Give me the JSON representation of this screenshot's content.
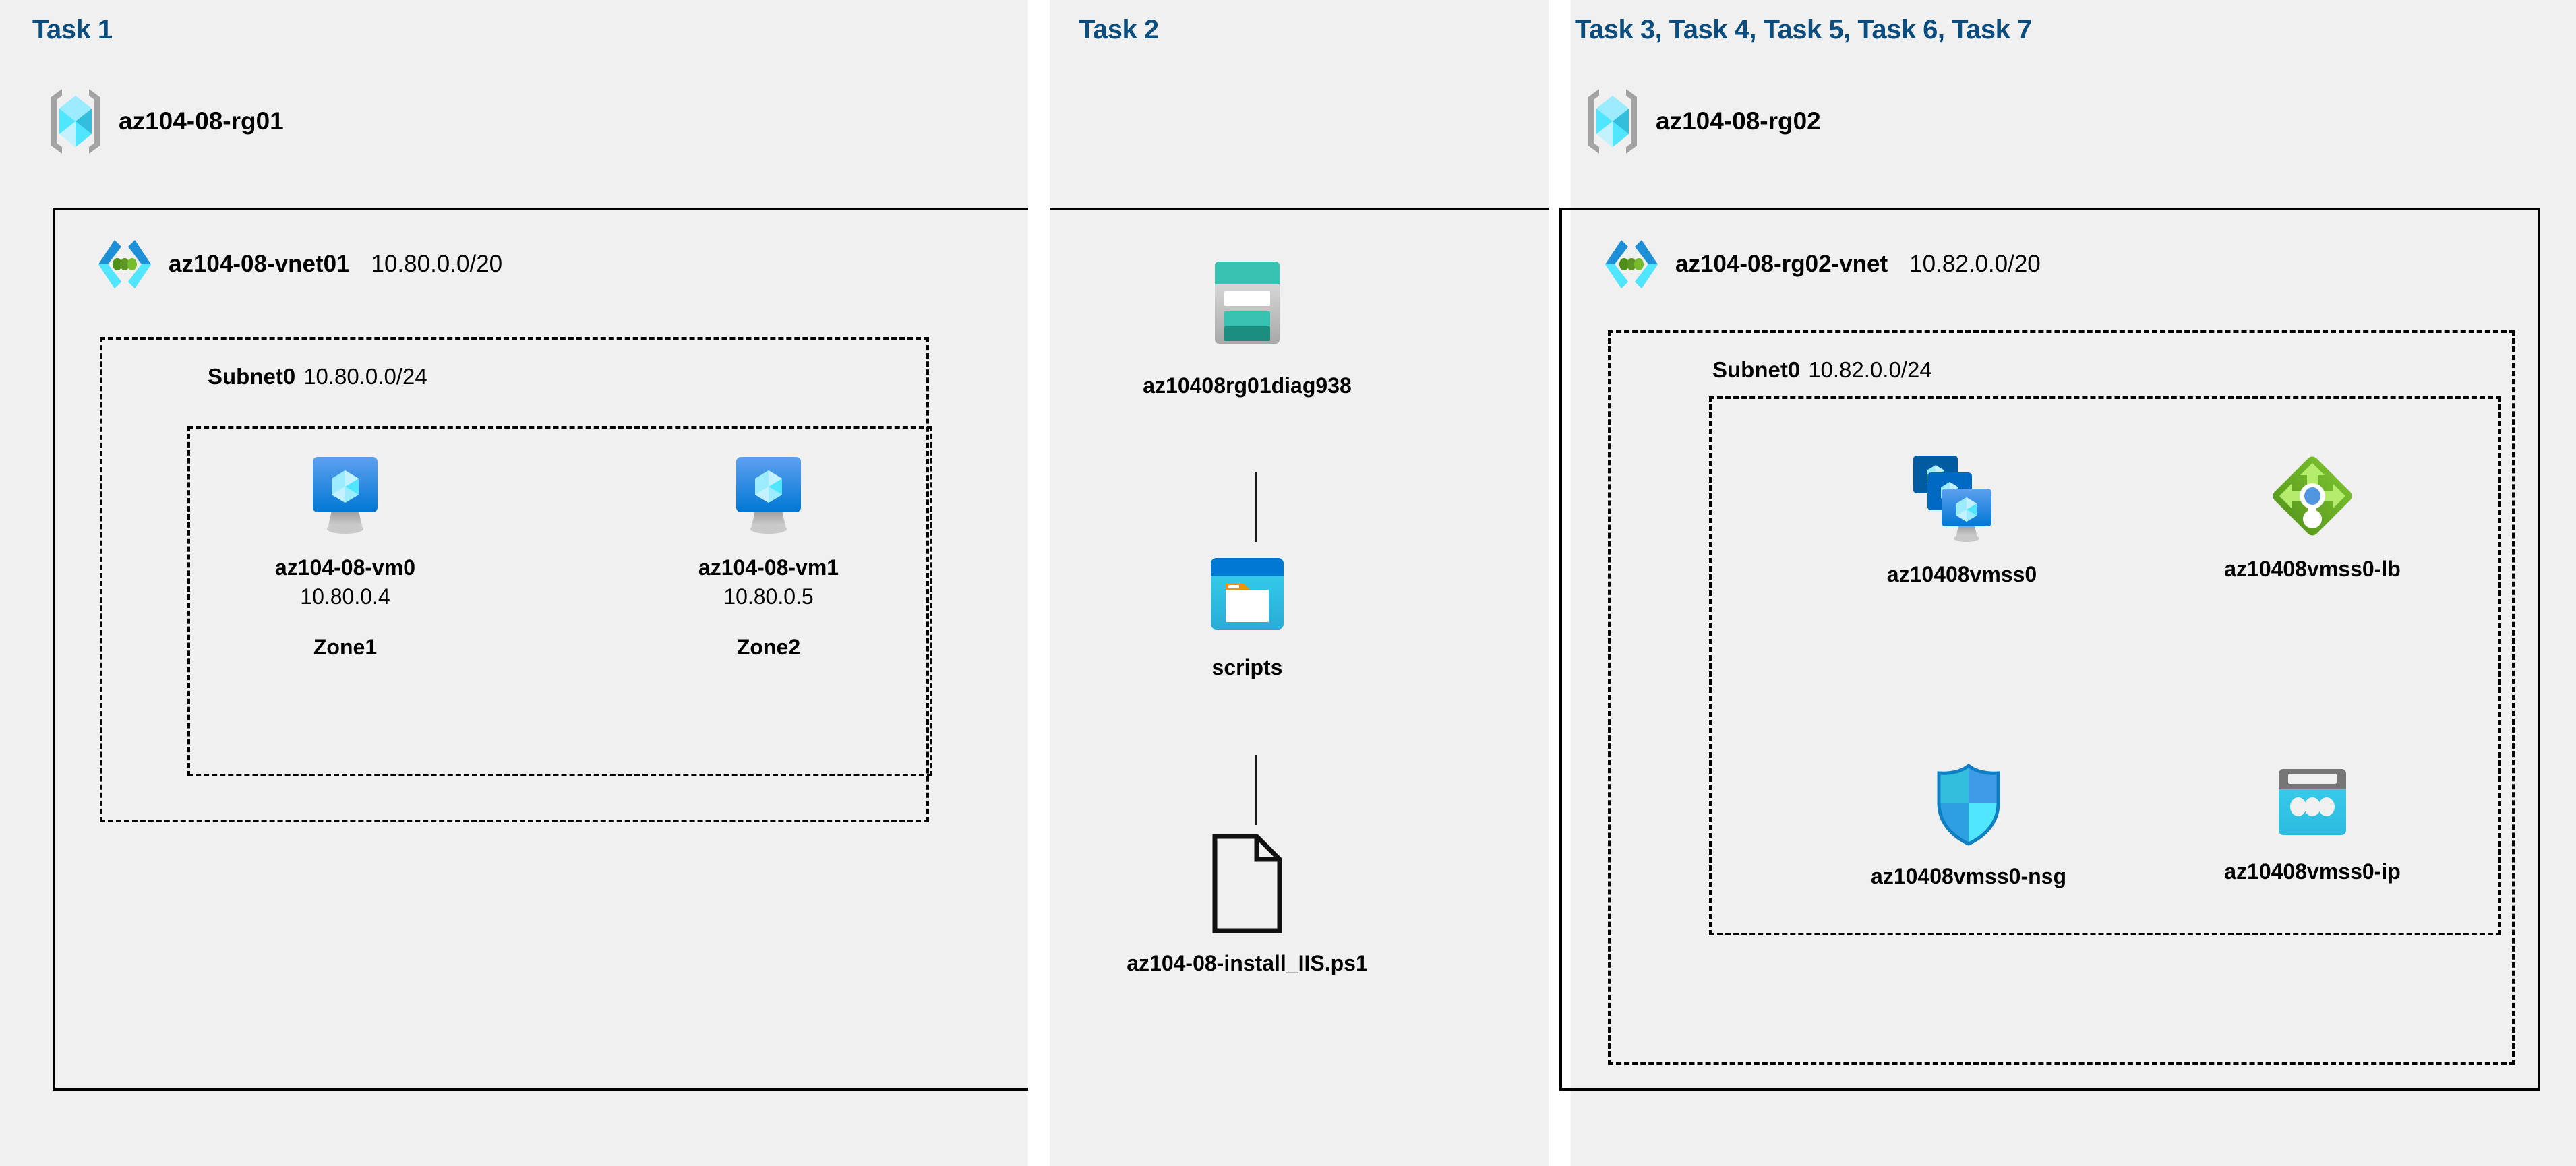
{
  "columns": [
    {
      "title": "Task 1"
    },
    {
      "title": "Task 2"
    },
    {
      "title": "Task 3, Task 4, Task 5, Task 6, Task 7"
    }
  ],
  "task1": {
    "resource_group": {
      "name": "az104-08-rg01",
      "icon": "resource-group-icon"
    },
    "vnet": {
      "name": "az104-08-vnet01",
      "cidr": "10.80.0.0/20",
      "icon": "virtual-network-icon"
    },
    "subnet": {
      "name": "Subnet0",
      "cidr": "10.80.0.0/24"
    },
    "vms": [
      {
        "name": "az104-08-vm0",
        "ip": "10.80.0.4",
        "zone": "Zone1",
        "icon": "virtual-machine-icon"
      },
      {
        "name": "az104-08-vm1",
        "ip": "10.80.0.5",
        "zone": "Zone2",
        "icon": "virtual-machine-icon"
      }
    ]
  },
  "task2": {
    "storage_account": {
      "name": "az10408rg01diag938",
      "icon": "storage-account-icon"
    },
    "container": {
      "name": "scripts",
      "icon": "blob-container-icon"
    },
    "file": {
      "name": "az104-08-install_IIS.ps1",
      "icon": "file-document-icon"
    }
  },
  "task3": {
    "resource_group": {
      "name": "az104-08-rg02",
      "icon": "resource-group-icon"
    },
    "vnet": {
      "name": "az104-08-rg02-vnet",
      "cidr": "10.82.0.0/20",
      "icon": "virtual-network-icon"
    },
    "subnet": {
      "name": "Subnet0",
      "cidr": "10.82.0.0/24"
    },
    "resources": [
      {
        "name": "az10408vmss0",
        "icon": "vm-scale-set-icon"
      },
      {
        "name": "az10408vmss0-lb",
        "icon": "load-balancer-icon"
      },
      {
        "name": "az10408vmss0-nsg",
        "icon": "network-security-group-icon"
      },
      {
        "name": "az10408vmss0-ip",
        "icon": "public-ip-address-icon"
      }
    ]
  },
  "colors": {
    "task_title": "#0B4D7E",
    "panel_background": "#f0f0f0",
    "page_background": "#ffffff",
    "border": "#000000",
    "azure_blue": "#0078D4",
    "azure_cyan": "#50E6FF",
    "storage_teal": "#37C2B1",
    "load_balancer_green": "#6DB33F",
    "nsg_blue": "#32BEDD",
    "public_ip_cyan": "#32BEDD",
    "vnet_dot_green": "#5E9624"
  }
}
